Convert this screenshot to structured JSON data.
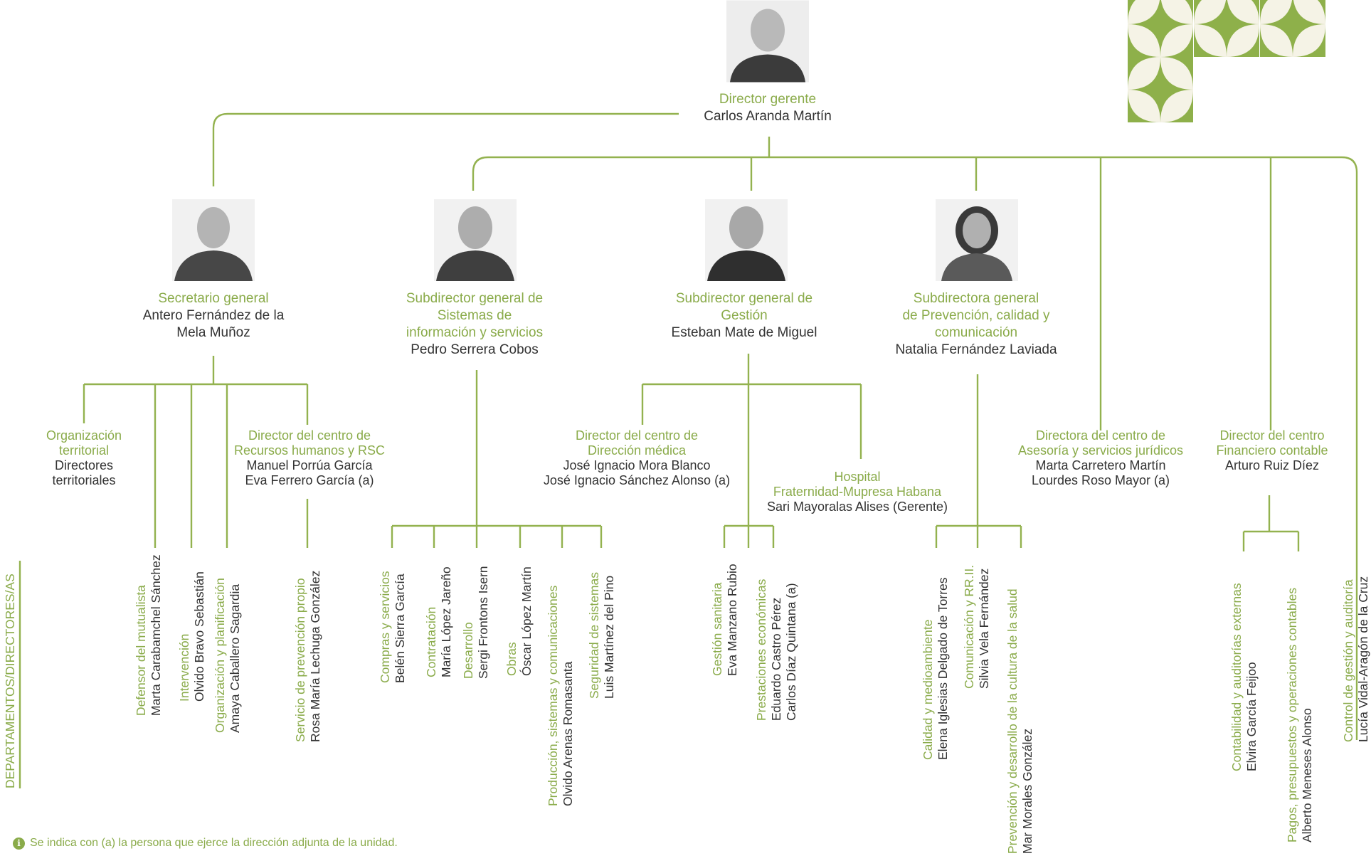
{
  "colors": {
    "accent": "#8aab4a",
    "text": "#333333",
    "tile_bg": "#f5f3e6"
  },
  "director": {
    "title": "Director gerente",
    "name": "Carlos Aranda Martín"
  },
  "secretary": {
    "title": "Secretario general",
    "name1": "Antero Fernández de la",
    "name2": "Mela Muñoz"
  },
  "sistemas": {
    "title1": "Subdirector general de",
    "title2": "Sistemas de",
    "title3": "información y servicios",
    "name": "Pedro Serrera Cobos"
  },
  "gestion": {
    "title1": "Subdirector general de",
    "title2": "Gestión",
    "name": "Esteban Mate de Miguel"
  },
  "prevencion": {
    "title1": "Subdirectora general",
    "title2": "de Prevención, calidad y",
    "title3": "comunicación",
    "name": "Natalia Fernández Laviada"
  },
  "org_territorial": {
    "title1": "Organización",
    "title2": "territorial",
    "name1": "Directores",
    "name2": "territoriales"
  },
  "rrhh": {
    "title1": "Director del centro de",
    "title2": "Recursos humanos y RSC",
    "name1": "Manuel Porrúa García",
    "name2": "Eva Ferrero García (a)"
  },
  "medica": {
    "title1": "Director del centro de",
    "title2": "Dirección médica",
    "name1": "José Ignacio Mora Blanco",
    "name2": "José Ignacio Sánchez Alonso (a)"
  },
  "hospital": {
    "title1": "Hospital",
    "title2": "Fraternidad-Mupresa Habana",
    "name": "Sari Mayoralas Alises (Gerente)"
  },
  "juridicos": {
    "title1": "Directora del centro de",
    "title2": "Asesoría y servicios jurídicos",
    "name1": "Marta Carretero Martín",
    "name2": "Lourdes Roso Mayor (a)"
  },
  "financiero": {
    "title1": "Director del centro",
    "title2": "Financiero contable",
    "name": "Arturo Ruiz Díez"
  },
  "side_label": {
    "a": "DEPARTAMENTOS/",
    "b": "DIRECTORES/AS"
  },
  "departments": [
    {
      "title": "Defensor del mutualista",
      "name": "Marta Carabamchel Sánchez"
    },
    {
      "title": "Intervención",
      "name": "Olvido Bravo Sebastián"
    },
    {
      "title": "Organización y planificación",
      "name": "Amaya Caballero Sagardia"
    },
    {
      "title": "Servicio de prevención propio",
      "name": "Rosa María Lechuga González"
    },
    {
      "title": "Compras y servicios",
      "name": "Belén Sierra García"
    },
    {
      "title": "Contratación",
      "name": "María López Jareño"
    },
    {
      "title": "Desarrollo",
      "name": "Sergi Frontons Isern"
    },
    {
      "title": "Obras",
      "name": "Óscar López Martín"
    },
    {
      "title": "Producción, sistemas y comunicaciones",
      "name": "Olvido Arenas Romasanta"
    },
    {
      "title": "Seguridad de sistemas",
      "name": "Luis Martínez del Pino"
    },
    {
      "title": "Gestión sanitaria",
      "name": "Eva Manzano Rubio"
    },
    {
      "title": "Prestaciones económicas",
      "name": "Eduardo Castro Pérez",
      "name2": "Carlos Díaz Quintana (a)"
    },
    {
      "title": "Calidad y medioambiente",
      "name": "Elena Iglesias Delgado de Torres"
    },
    {
      "title": "Comunicación y RR.II.",
      "name": "Silvia Vela Fernández"
    },
    {
      "title": "Prevención y desarrollo de la  cultura de la salud",
      "name": "Mar Morales González"
    },
    {
      "title": "Contabilidad y auditorías externas",
      "name": "Elvira García Feijoo"
    },
    {
      "title": "Pagos, presupuestos y operaciones contables",
      "name": "Alberto Meneses Alonso"
    },
    {
      "title": "Control de gestión y auditoría",
      "name": "Lucía Vidal-Aragón de la Cruz"
    }
  ],
  "footer": {
    "icon": "info-icon",
    "text": "Se indica con (a) la persona que ejerce la dirección adjunta de la unidad."
  }
}
